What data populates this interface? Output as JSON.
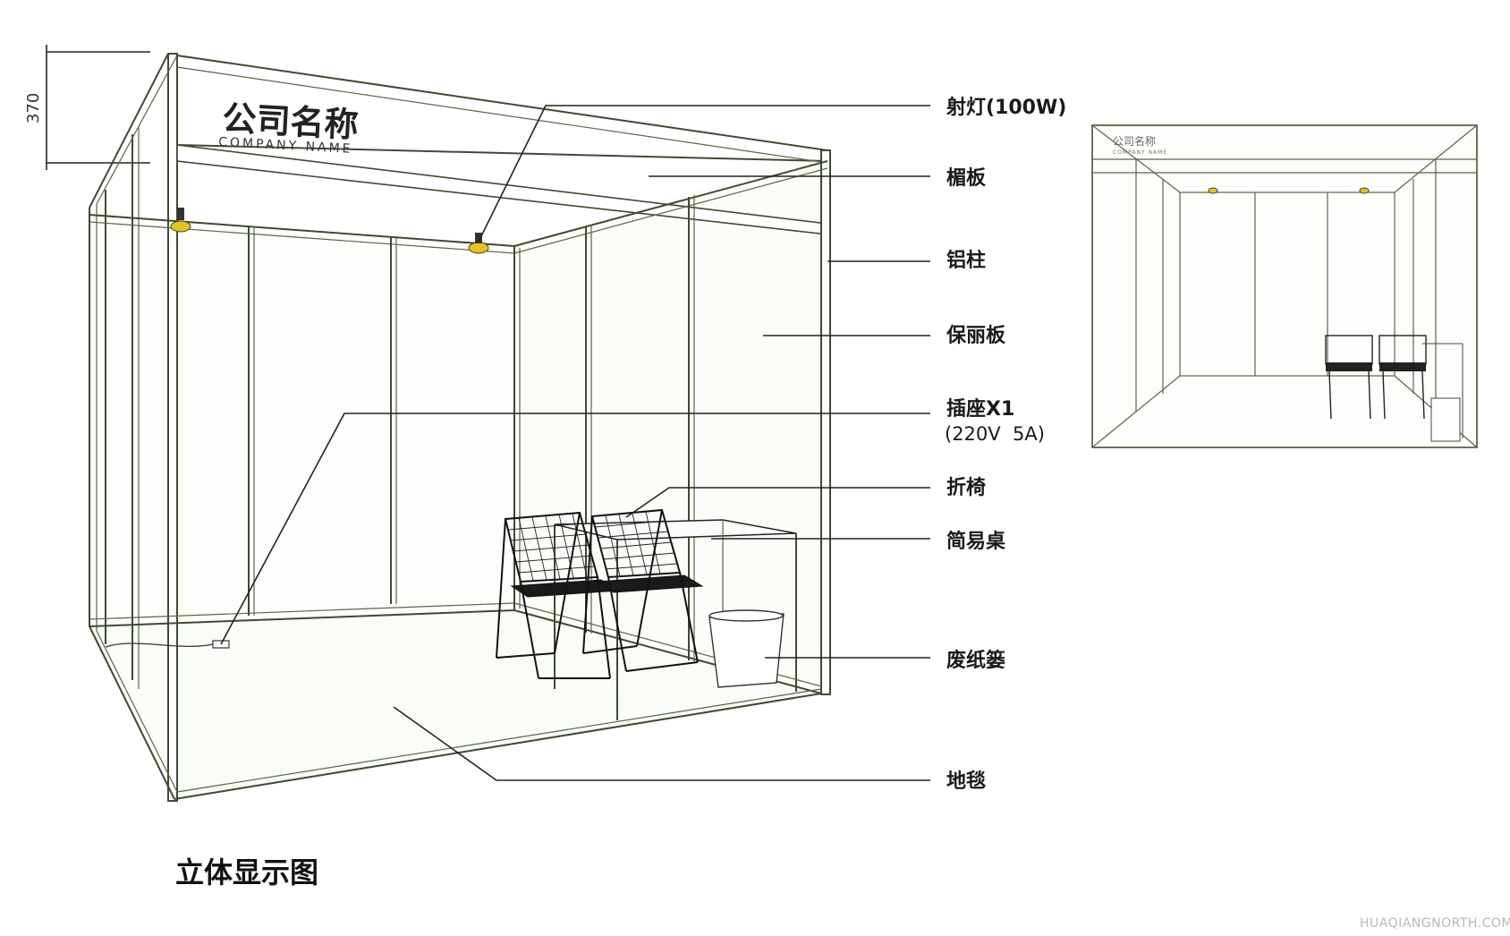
{
  "dimension": {
    "label": "370"
  },
  "fascia_logo": {
    "cn": "公司名称",
    "en": "COMPANY NAME"
  },
  "callouts": [
    {
      "id": "spotlight",
      "label": "射灯(100W)"
    },
    {
      "id": "fascia",
      "label": "楣板"
    },
    {
      "id": "aluminum-post",
      "label": "铝柱"
    },
    {
      "id": "panel",
      "label": "保丽板"
    },
    {
      "id": "socket",
      "label": "插座X1",
      "sub": "(220V  5A)"
    },
    {
      "id": "folding-chair",
      "label": "折椅"
    },
    {
      "id": "simple-table",
      "label": "简易桌"
    },
    {
      "id": "wastebasket",
      "label": "废纸篓"
    },
    {
      "id": "carpet",
      "label": "地毯"
    }
  ],
  "caption": "立体显示图",
  "thumbnail_logo": {
    "cn": "公司名称",
    "en": "COMPANY NAME"
  },
  "watermark": "HUAQIANGNORTH.COM",
  "colors": {
    "frame": "#3f4a32",
    "spotlight": "#e6c21b",
    "leader": "#222222"
  }
}
